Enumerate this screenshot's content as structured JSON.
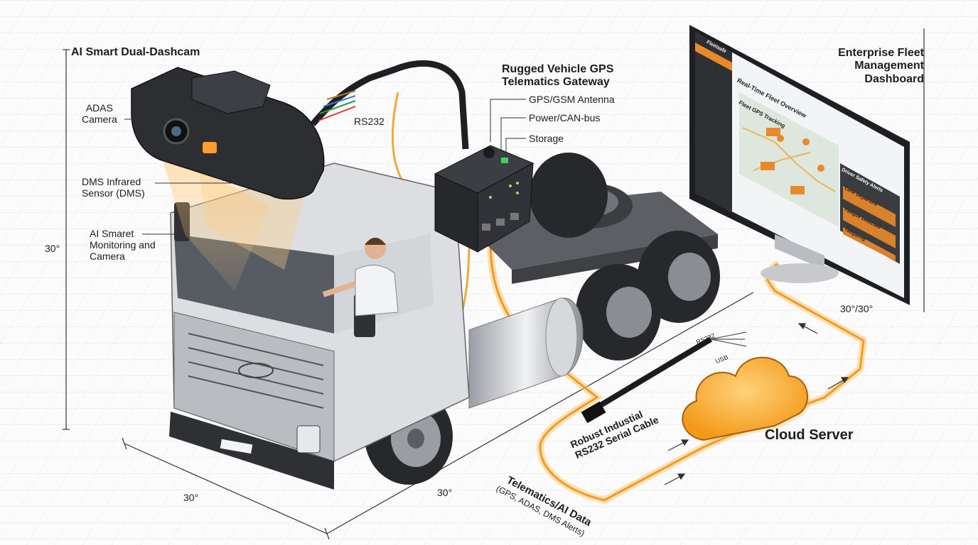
{
  "labels": {
    "dashcam_title": "AI Smart Dual-Dashcam",
    "adas_camera": "ADAS\nCamera",
    "dms_sensor": "DMS Infrared\nSensor (DMS)",
    "ai_monitoring": "AI Smaret\nMonitoring and\nCamera",
    "gateway_title": "Rugged Vehicle GPS\nTelematics Gateway",
    "gps_antenna": "GPS/GSM Antenna",
    "power_can": "Power/CAN-bus",
    "storage": "Storage",
    "rs232": "RS232",
    "dashboard_title": "Enterprise Fleet\nManagement\nDashboard",
    "cloud_server": "Cloud Server",
    "serial_cable": "Robust Industial\nRS232 Serial Cable",
    "telematics_data": "Telematics/AI Data",
    "telematics_sub": "(GPS, ADAS, DMS Alerts)",
    "cable_rs232": "RS232",
    "cable_usb": "USB"
  },
  "dimensions": {
    "left_angle": "30°",
    "bottom_left_angle": "30°",
    "bottom_mid_angle": "30°",
    "monitor_angle": "30°/30°"
  },
  "dashboard": {
    "brand": "Fleetsafe",
    "panel_title": "Real-Time Fleet Overview",
    "map_tab": "Fleet GPS Tracking",
    "alerts_title": "Driver Safety Alerts",
    "alerts": [
      "Lane Departure",
      "Fatigue Detected",
      "Tailgating"
    ]
  },
  "colors": {
    "accent": "#f5a623",
    "glow": "#ffb84d",
    "alert_bg": "#d9822b",
    "dark": "#2b2d30"
  }
}
